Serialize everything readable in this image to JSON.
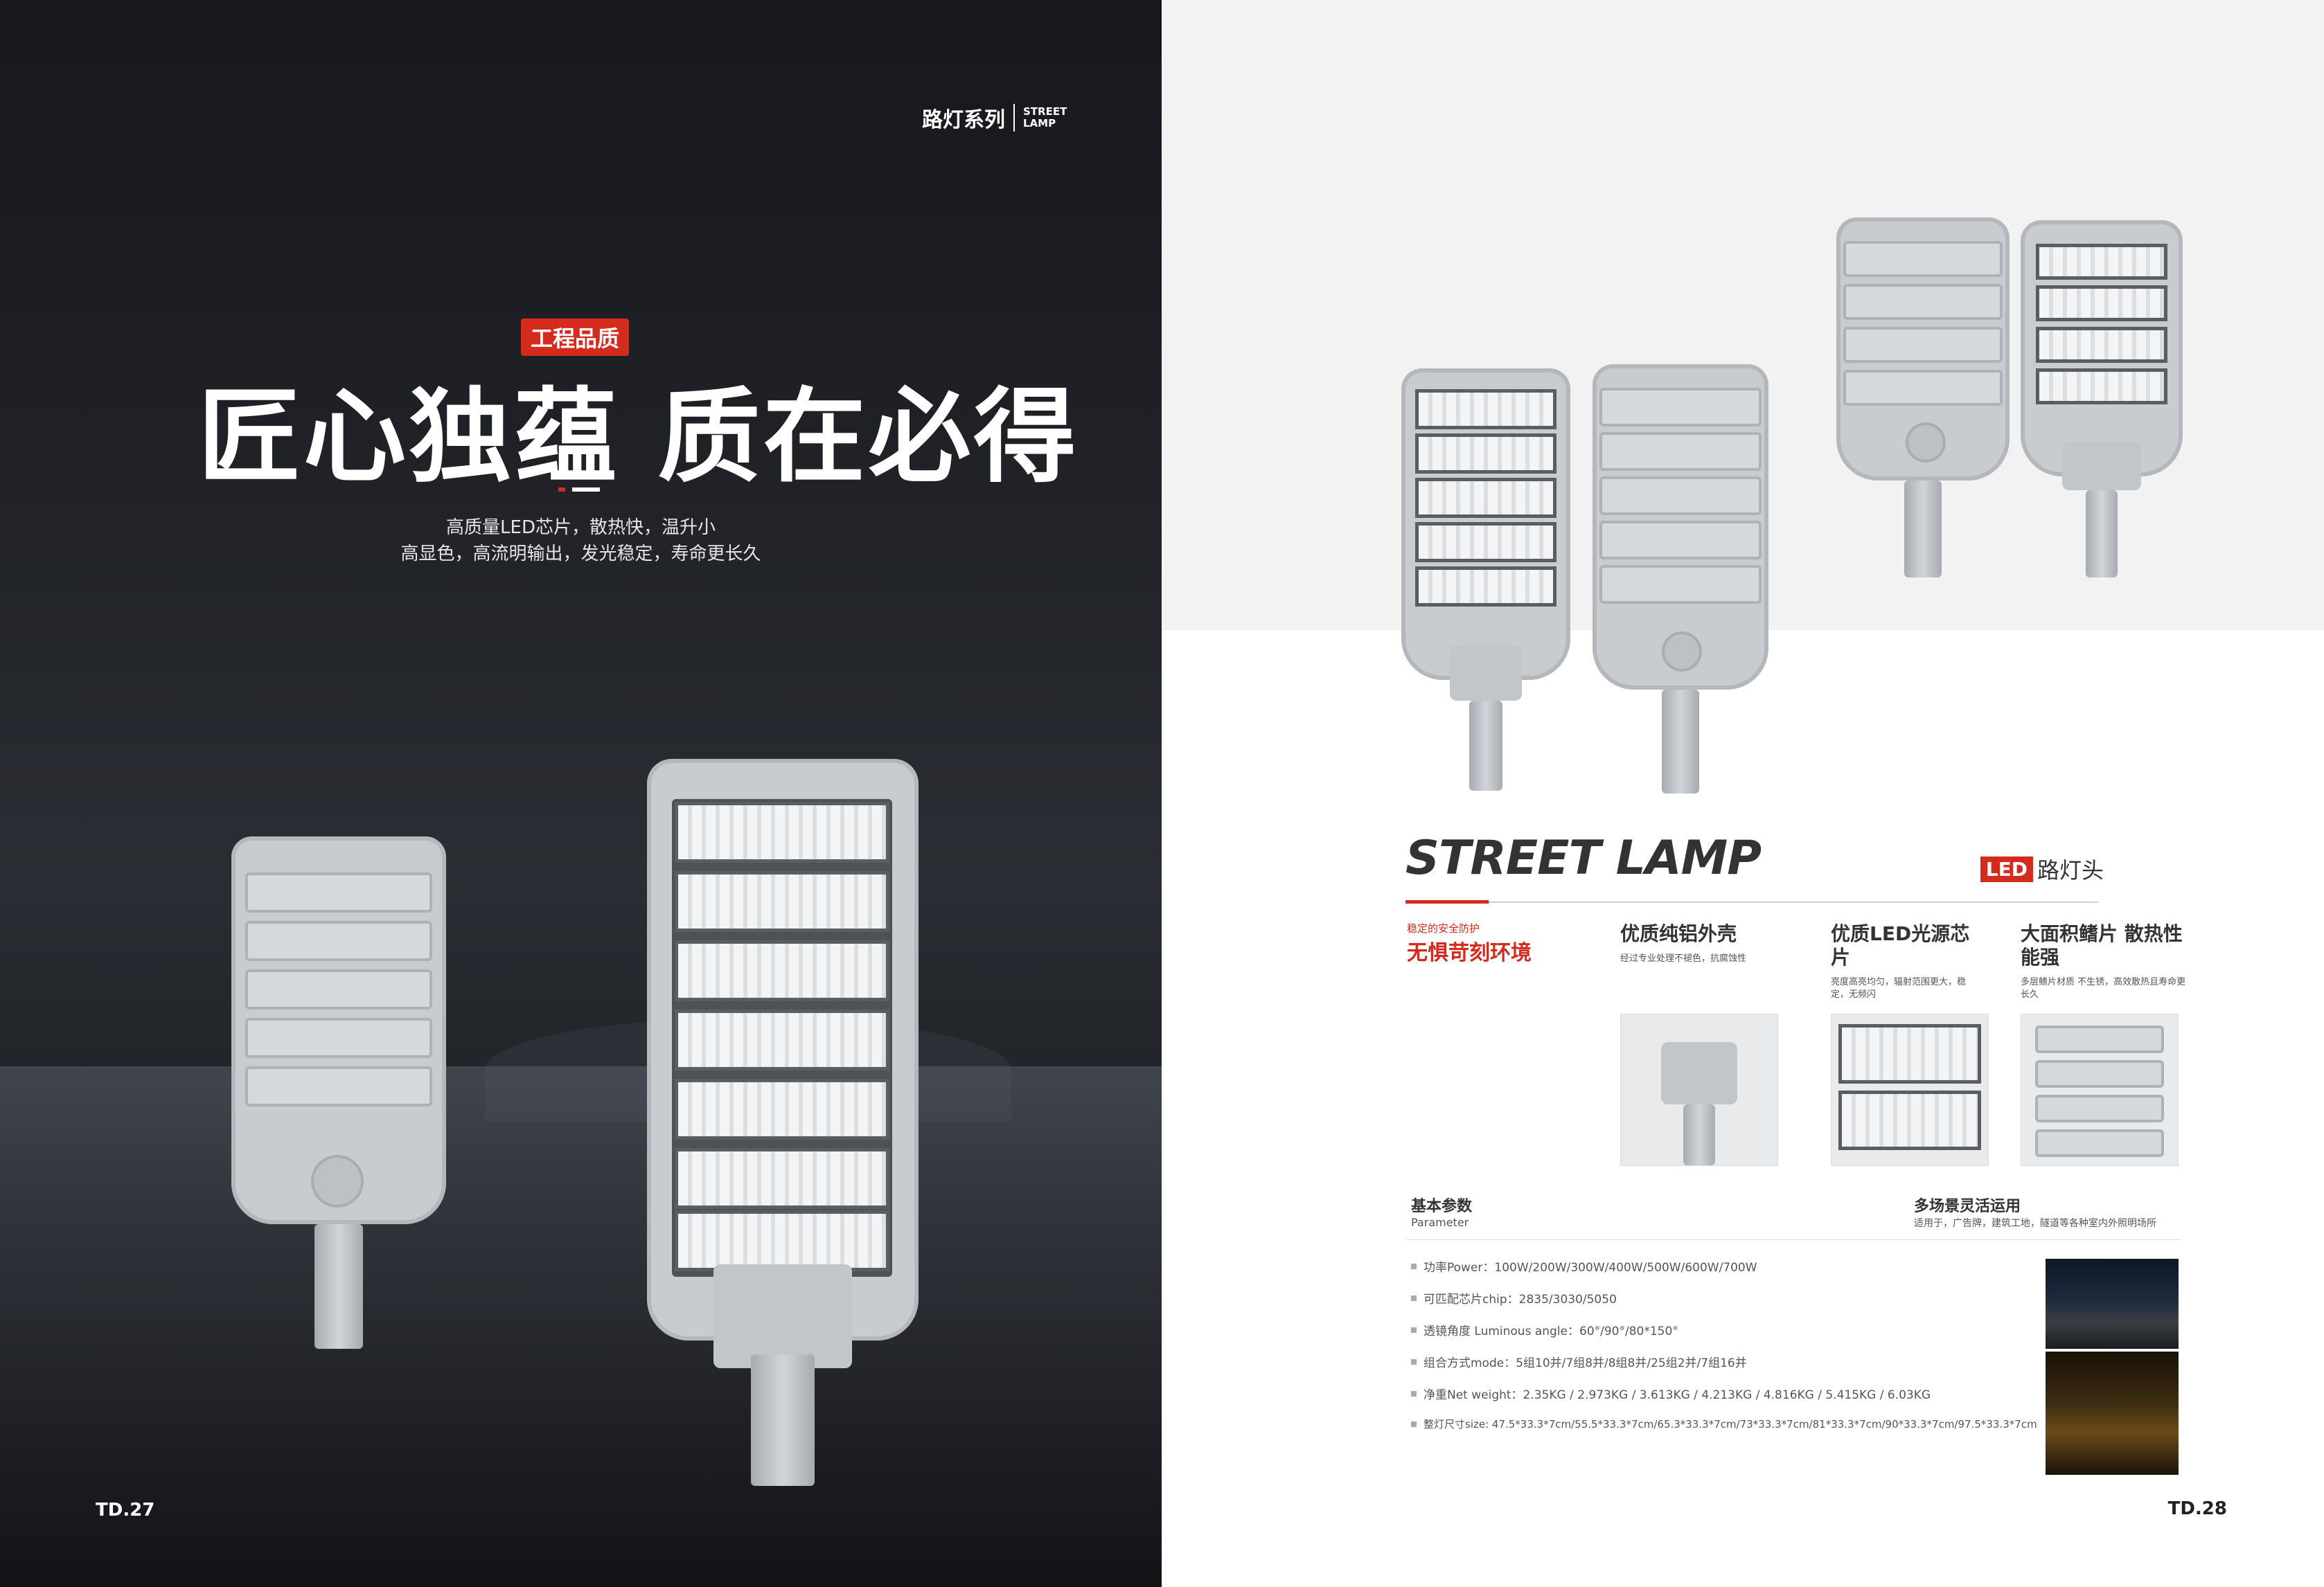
{
  "left": {
    "series_cn": "路灯系列",
    "series_en": "STREET LAMP",
    "tag": "工程品质",
    "headline": "匠心独蕴 质在必得",
    "sub_line1": "高质量LED芯片，散热快，温升小",
    "sub_line2": "高显色，高流明输出，发光稳定，寿命更长久",
    "page_no": "TD.27"
  },
  "right": {
    "title_en": "STREET LAMP",
    "badge": "LED",
    "badge_text": "路灯头",
    "features": [
      {
        "small": "稳定的安全防护",
        "big": "无惧苛刻环境",
        "desc": ""
      },
      {
        "heading": "优质纯铝外壳",
        "desc": "经过专业处理不褪色，抗腐蚀性"
      },
      {
        "heading": "优质LED光源芯片",
        "desc": "亮度高亮均匀，辐射范围更大，稳定，无频闪"
      },
      {
        "heading": "大面积鳍片 散热性能强",
        "desc": "多层鳍片材质 不生锈，高效散热且寿命更长久"
      }
    ],
    "param_title": "基本参数",
    "param_sub": "Parameter",
    "scene_title": "多场景灵活运用",
    "scene_desc": "适用于，广告牌，建筑工地，隧道等各种室内外照明场所",
    "params": [
      "功率Power：100W/200W/300W/400W/500W/600W/700W",
      "可匹配芯片chip：2835/3030/5050",
      "透镜角度 Luminous angle：60°/90°/80*150°",
      "组合方式mode：5组10并/7组8并/8组8并/25组2并/7组16并",
      "净重Net weight：2.35KG / 2.973KG / 3.613KG / 4.213KG / 4.816KG / 5.415KG / 6.03KG",
      "整灯尺寸size: 47.5*33.3*7cm/55.5*33.3*7cm/65.3*33.3*7cm/73*33.3*7cm/81*33.3*7cm/90*33.3*7cm/97.5*33.3*7cm"
    ],
    "page_no": "TD.28"
  }
}
